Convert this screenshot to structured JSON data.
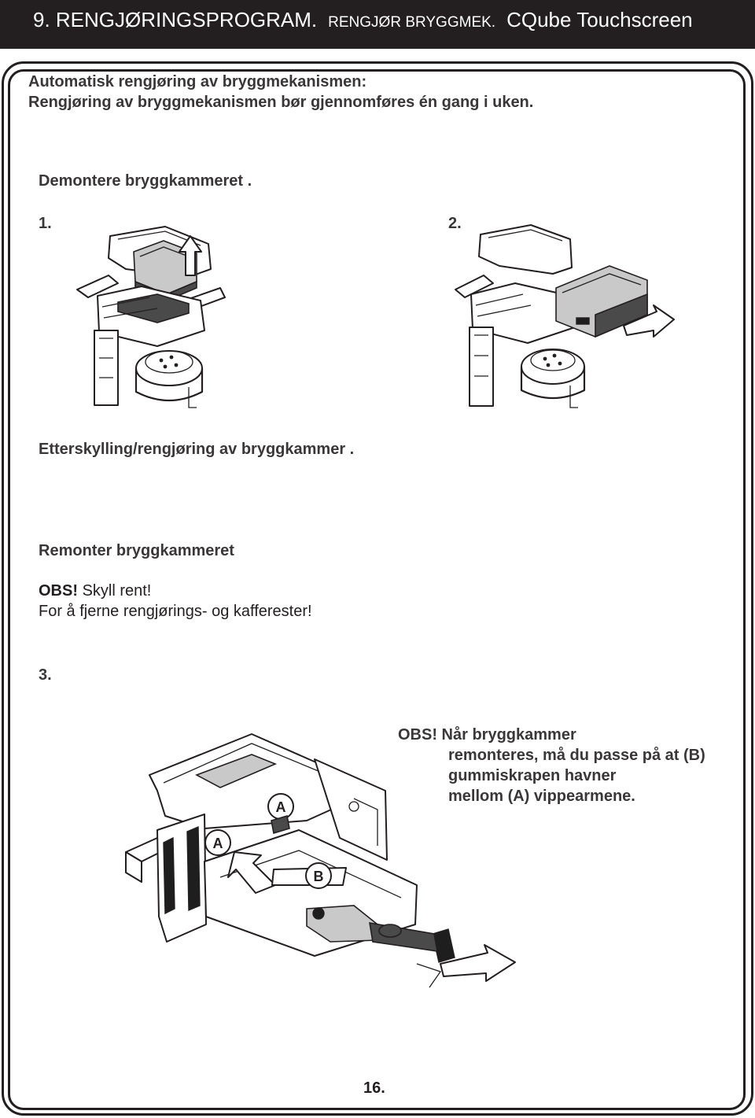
{
  "header": {
    "part1": "9. RENGJØRINGSPROGRAM.",
    "part2": "RENGJØR BRYGGMEK.",
    "part3": "CQube Touchscreen"
  },
  "intro": {
    "line1": "Automatisk rengjøring av bryggmekanismen:",
    "line2": "Rengjøring av bryggmekanismen bør gjennomføres én gang i uken."
  },
  "step_disassemble": "Demontere bryggkammeret .",
  "figure_labels": [
    "1.",
    "2.",
    "3."
  ],
  "figure_markers": [
    "A",
    "A",
    "B"
  ],
  "rinse_heading": "Etterskylling/rengjøring av bryggkammer .",
  "reassemble_heading": "Remonter bryggkammeret",
  "obs_rinse": {
    "label": "OBS!",
    "text": "Skyll rent!",
    "line2": "For å fjerne rengjørings- og kafferester!"
  },
  "obs_note": {
    "line1": "OBS! Når bryggkammer",
    "line2": "remonteres, må du passe på at (B)",
    "line3": "gummiskrapen havner",
    "line4": "mellom (A) vippearmene."
  },
  "page_number": "16."
}
